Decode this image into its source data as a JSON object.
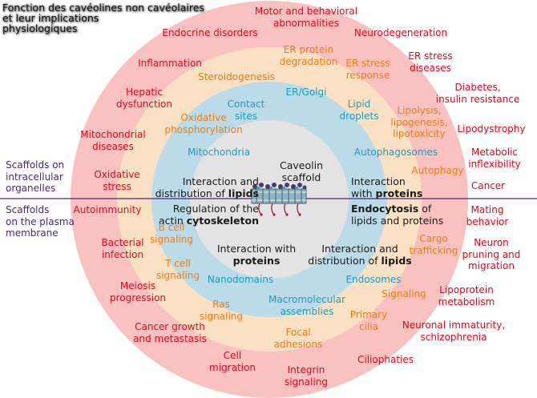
{
  "title": "Fonction des cavéolines non cavéolaires\net leur implications\nphysiologiques",
  "colors": {
    "outer_ring": "#f9c2c0",
    "orange_ring": "#fbe1c4",
    "blue_ring": "#bcdbe9",
    "inner_disc": "#e3e3e3",
    "red_text": "#e3061c",
    "orange_text": "#ee7c13",
    "teal_text": "#1a9bbd",
    "divider": "#4a2a6e"
  },
  "side_labels": {
    "organelles": "Scaffolds on\nintracellular\norganelles",
    "plasma_membrane": "Scaffolds\non the plasma\nmembrane"
  },
  "center": {
    "title": "Caveolin\nscaffold",
    "icon": "caveolin-membrane-icon",
    "quadrants": {
      "top_left": {
        "text": "Interaction and\ndistribution of ",
        "bold": "lipids"
      },
      "top_right": {
        "text": "Interaction\nwith ",
        "bold": "proteins"
      },
      "bottom_left": {
        "text": "Regulation of the\nactin ",
        "bold": "cytoskeleton"
      },
      "bottom_right": {
        "bold": "Endocytosis",
        "text": " of\nlipids and proteins"
      },
      "mid_left": {
        "text": "Interaction with\n",
        "bold": "proteins"
      },
      "mid_right": {
        "text": "Interaction and\ndistribution of ",
        "bold": "lipids"
      }
    }
  },
  "teal_labels": {
    "er_golgi": "ER/Golgi",
    "contact_sites": "Contact\nsites",
    "lipid_droplets": "Lipid\ndroplets",
    "mitochondria": "Mitochondria",
    "autophagosomes": "Autophagosomes",
    "nanodomains": "Nanodomains",
    "endosomes": "Endosomes",
    "macromolecular": "Macromolecular\nassemblies"
  },
  "orange_labels": {
    "er_protein_degradation": "ER protein\ndegradation",
    "er_stress_response": "ER stress\nresponse",
    "steroidogenesis": "Steroidogenesis",
    "lipolysis": "Lipolysis,\nlipogenesis,\nlipotoxicity",
    "oxidative_phosphorylation": "Oxidative\nphosphorylation",
    "autophagy": "Autophagy",
    "b_cell": "B cell\nsignaling",
    "cargo_trafficking": "Cargo\ntrafficking",
    "t_cell": "T cell\nsignaling",
    "signaling": "Signaling",
    "ras": "Ras\nsignaling",
    "primary_cilia": "Primary\ncilia",
    "focal_adhesions": "Focal\nadhesions"
  },
  "red_labels": {
    "motor": "Motor and behavioral\nabnormalities",
    "endocrine": "Endocrine disorders",
    "neurodegeneration": "Neurodegeneration",
    "er_stress_diseases": "ER stress\ndiseases",
    "inflammation": "Inflammation",
    "hepatic": "Hepatic\ndysfunction",
    "diabetes": "Diabetes,\ninsulin resistance",
    "lipodystrophy": "Lipodystrophy",
    "mitochondrial": "Mitochondrial\ndiseases",
    "metabolic": "Metabolic\ninflexibility",
    "oxidative_stress": "Oxidative\nstress",
    "cancer": "Cancer",
    "autoimmunity": "Autoimmunity",
    "mating": "Mating\nbehavior",
    "bacterial": "Bacterial\ninfection",
    "neuron_pruning": "Neuron\npruning and\nmigration",
    "meiosis": "Meiosis\nprogression",
    "lipoprotein": "Lipoprotein\nmetabolism",
    "cancer_growth": "Cancer growth\nand metastasis",
    "neuronal_immaturity": "Neuronal immaturity,\nschizophrenia",
    "cell_migration": "Cell\nmigration",
    "ciliophaties": "Ciliophaties",
    "integrin": "Integrin\nsignaling"
  }
}
